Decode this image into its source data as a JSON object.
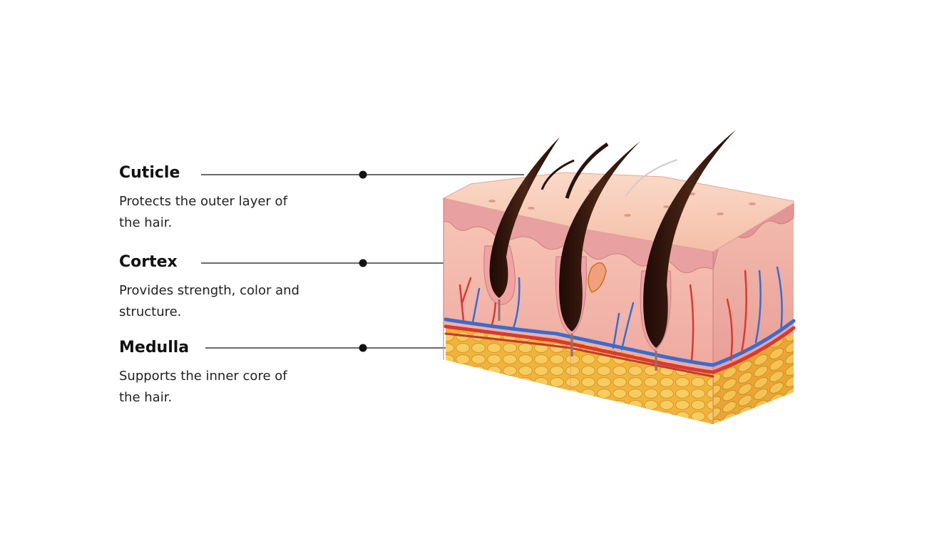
{
  "labels": [
    {
      "title": "Cuticle",
      "description": "Protects the outer layer of the hair."
    },
    {
      "title": "Cortex",
      "description": "Provides strength, color and structure."
    },
    {
      "title": "Medulla",
      "description": "Supports the inner core of the hair."
    }
  ],
  "colors": {
    "skin_top": "#f6c8b4",
    "epidermis": "#eaa0a0",
    "dermis": "#f4b8ae",
    "fat": "#f2b93c",
    "hair": "#3a1a10",
    "artery": "#d83a30",
    "vein": "#3a6ccf",
    "leader_line": "#111111"
  }
}
